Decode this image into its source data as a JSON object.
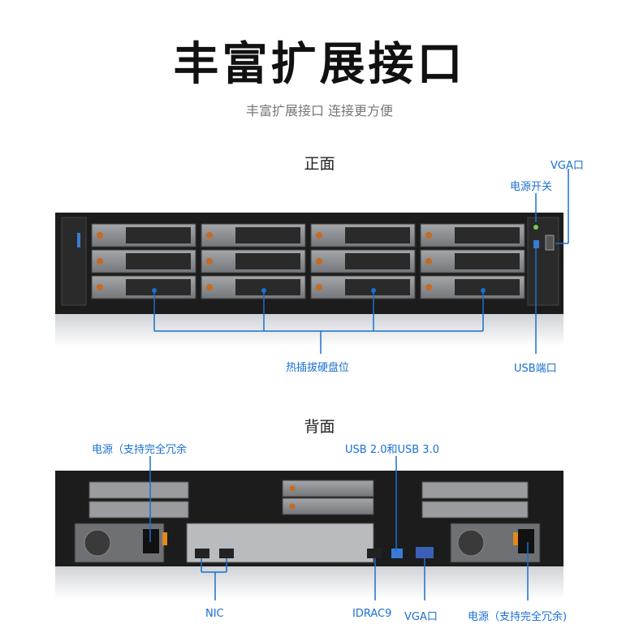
{
  "header": {
    "title": "丰富扩展接口",
    "subtitle": "丰富扩展接口 连接更方便"
  },
  "front": {
    "label": "正面",
    "callouts": {
      "vga": "VGA口",
      "power_switch": "电源开关",
      "hotswap_bays": "热插拔硬盘位",
      "usb": "USB端口"
    }
  },
  "rear": {
    "label": "背面",
    "callouts": {
      "psu_left": "电源（支持完全冗余",
      "usb_rear": "USB 2.0和USB 3.0",
      "nic": "NIC",
      "idrac": "IDRAC9",
      "vga": "VGA口",
      "psu_right": "电源（支持完全冗余)"
    }
  },
  "colors": {
    "callout_line": "#1a6fd1",
    "chassis": "#1c1c1c",
    "drive_tray": "#8a8c8f"
  }
}
